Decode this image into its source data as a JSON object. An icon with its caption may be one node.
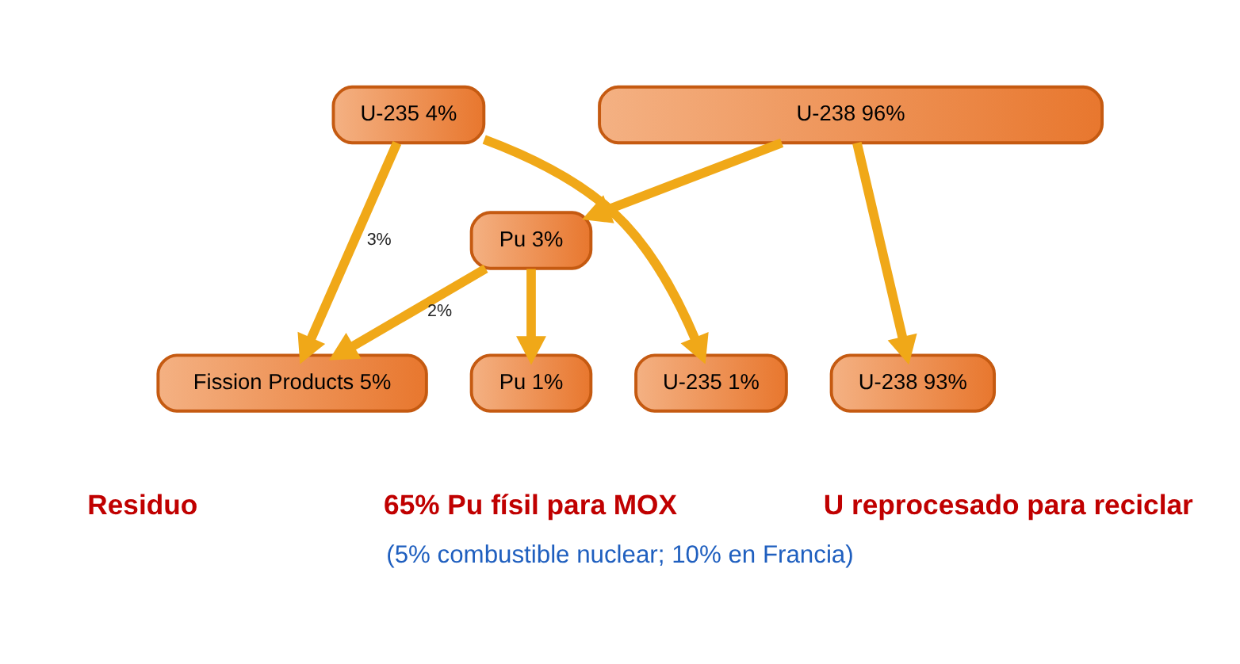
{
  "diagram": {
    "caption": "(5% combustible nuclear; 10% en Francia)",
    "nodes": [
      {
        "text": [
          "U-235 4%"
        ]
      },
      {
        "text": [
          "U-238 96%"
        ]
      },
      {
        "text": [
          "Pu 3%"
        ]
      },
      {
        "text": [
          "Fission Products 5%"
        ]
      },
      {
        "text": [
          "Pu 1%"
        ]
      },
      {
        "text": [
          "U-235 1%"
        ]
      },
      {
        "text": [
          "U-238 93%"
        ]
      }
    ],
    "edges": [
      {
        "from": 0,
        "to": 3,
        "arrow": "to",
        "label": "3%"
      },
      {
        "from": 0,
        "to": 5,
        "arrow": "to"
      },
      {
        "from": 1,
        "to": 2,
        "arrow": "to"
      },
      {
        "from": 1,
        "to": 6,
        "arrow": "to"
      },
      {
        "from": 2,
        "to": 3,
        "arrow": "to",
        "label": "2%"
      },
      {
        "from": 2,
        "to": 4,
        "arrow": "to"
      }
    ],
    "labels": [
      "Residuo",
      "65% Pu físil para MOX",
      "U reprocesado para reciclar"
    ]
  }
}
